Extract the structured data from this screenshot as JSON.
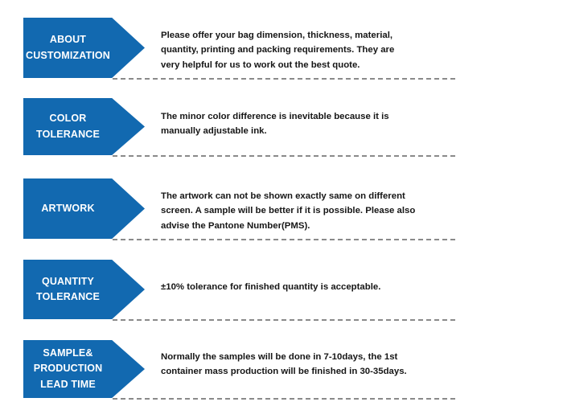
{
  "page": {
    "background_color": "#ffffff",
    "accent_color": "#1269B0",
    "text_color": "#161616",
    "divider_color": "#8a8a8a"
  },
  "rows": [
    {
      "label": "ABOUT\nCUSTOMIZATION",
      "text": "Please offer your bag dimension, thickness, material,\nquantity, printing and packing requirements. They are\nvery helpful for us to work out the best quote."
    },
    {
      "label": "COLOR\nTOLERANCE",
      "text": "The minor color difference is inevitable because it is\nmanually adjustable ink."
    },
    {
      "label": "ARTWORK",
      "text": "The artwork can not be shown exactly same on different\nscreen. A sample will be better if it is possible. Please also\nadvise the Pantone Number(PMS)."
    },
    {
      "label": "QUANTITY\nTOLERANCE",
      "text": "±10% tolerance for finished quantity is acceptable."
    },
    {
      "label": "SAMPLE&\nPRODUCTION\nLEAD TIME",
      "text": "Normally the samples will be done in 7-10days, the 1st\ncontainer mass production will be finished in 30-35days."
    }
  ]
}
